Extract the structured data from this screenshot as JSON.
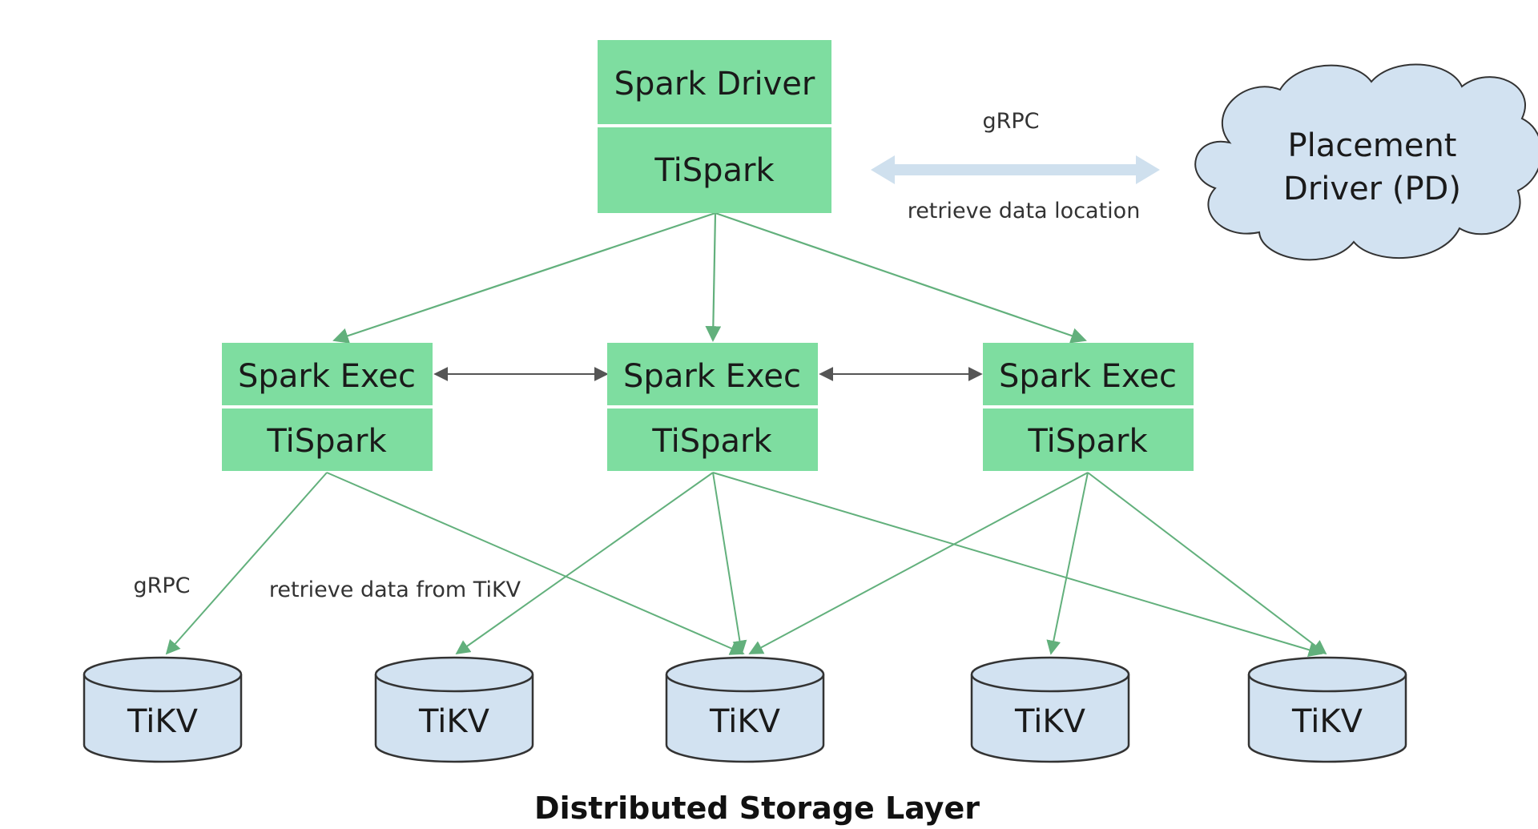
{
  "driver": {
    "top_label": "Spark Driver",
    "bottom_label": "TiSpark"
  },
  "pd": {
    "line1": "Placement",
    "line2": "Driver (PD)"
  },
  "pd_link": {
    "protocol": "gRPC",
    "description": "retrieve data location"
  },
  "executors": [
    {
      "top_label": "Spark Exec",
      "bottom_label": "TiSpark"
    },
    {
      "top_label": "Spark Exec",
      "bottom_label": "TiSpark"
    },
    {
      "top_label": "Spark Exec",
      "bottom_label": "TiSpark"
    }
  ],
  "storage_link": {
    "protocol": "gRPC",
    "description": "retrieve data from TiKV"
  },
  "tikv_nodes": [
    {
      "label": "TiKV"
    },
    {
      "label": "TiKV"
    },
    {
      "label": "TiKV"
    },
    {
      "label": "TiKV"
    },
    {
      "label": "TiKV"
    }
  ],
  "storage_layer_title": "Distributed Storage Layer",
  "colors": {
    "box_fill": "#7edda0",
    "box_divider": "#ffffff",
    "link_green": "#62b07c",
    "link_grey": "#555555",
    "pd_arrow": "#cfe0ee",
    "cylinder_fill": "#d2e2f1",
    "cylinder_stroke": "#333333",
    "cloud_fill": "#d2e2f1"
  }
}
